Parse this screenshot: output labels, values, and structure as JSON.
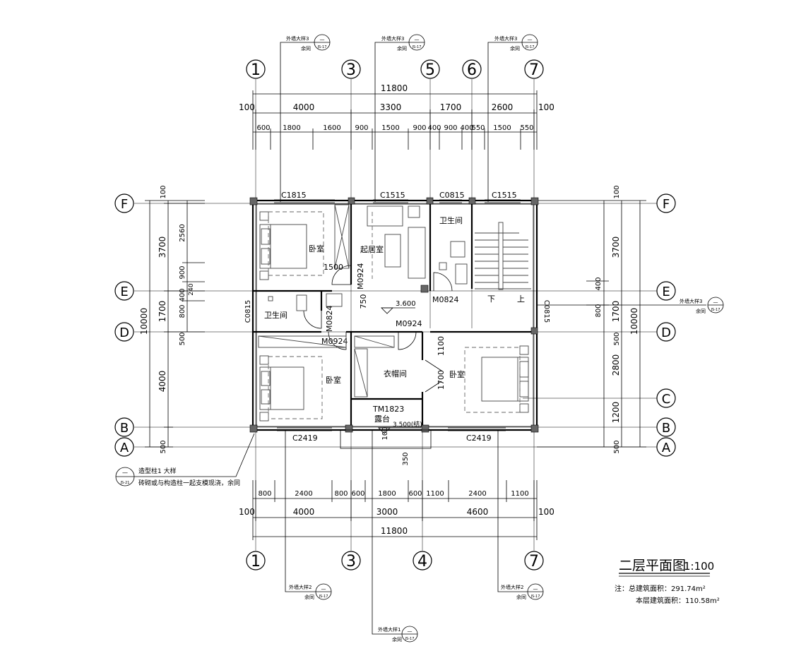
{
  "grid_labels": {
    "top": [
      "1",
      "3",
      "5",
      "6",
      "7"
    ],
    "bottom": [
      "1",
      "3",
      "4",
      "7"
    ],
    "left": [
      "F",
      "E",
      "D",
      "B",
      "A"
    ],
    "right": [
      "F",
      "E",
      "D",
      "C",
      "B",
      "A"
    ]
  },
  "dimensions": {
    "top_total": "11800",
    "top_mid": [
      "100",
      "4000",
      "3300",
      "1700",
      "2600",
      "100"
    ],
    "top_detail": [
      "600",
      "1800",
      "1600",
      "900",
      "1500",
      "900",
      "400",
      "900",
      "400",
      "550",
      "1500",
      "550"
    ],
    "bottom_total": "11800",
    "bottom_mid": [
      "100",
      "4000",
      "3000",
      "4600",
      "100"
    ],
    "bottom_detail": [
      "800",
      "2400",
      "800",
      "600",
      "1800",
      "600",
      "1100",
      "2400",
      "1100"
    ],
    "left_outer": [
      "10000"
    ],
    "left_mid": [
      "100",
      "3700",
      "1700",
      "500",
      "4000",
      "500"
    ],
    "left_inner": [
      "2560",
      "900",
      "400",
      "240",
      "800"
    ],
    "right_mid": [
      "100",
      "3700",
      "1700",
      "500",
      "2800",
      "1200",
      "500"
    ],
    "right_inner": [
      "400",
      "800"
    ],
    "right_outer": [
      "10000"
    ],
    "misc": [
      "1500",
      "750",
      "1100",
      "1700",
      "350",
      "100"
    ]
  },
  "windows": {
    "top": [
      "C1815",
      "C1515",
      "C0815",
      "C1515"
    ],
    "bottom": [
      "C2419",
      "C2419"
    ],
    "left": "C0815",
    "right": "C0815"
  },
  "doors": [
    "M0924",
    "M0824",
    "M0824",
    "M0924",
    "M0924",
    "TM1823"
  ],
  "rooms": {
    "bedroom": "卧室",
    "living": "起居室",
    "bath": "卫生间",
    "closet": "衣帽间",
    "terrace": "露台"
  },
  "levels": {
    "living": "3.600",
    "terrace": "3.500(结)"
  },
  "stairs": {
    "down": "下",
    "up": "上"
  },
  "callouts": {
    "wall_detail_3": "外墙大样3",
    "wall_detail_2": "外墙大样2",
    "wall_detail_1": "外墙大样1",
    "same": "余同",
    "dash": "—",
    "sheet_js17": "JS-17",
    "sheet_js21": "JS-21",
    "column_detail": "造型柱1 大样",
    "column_note": "砖砌或与构造柱一起支模现浇，余同"
  },
  "title": {
    "main": "二层平面图",
    "scale": "1:100",
    "note1": "注：总建筑面积：291.74m²",
    "note2": "本层建筑面积：110.58m²"
  }
}
